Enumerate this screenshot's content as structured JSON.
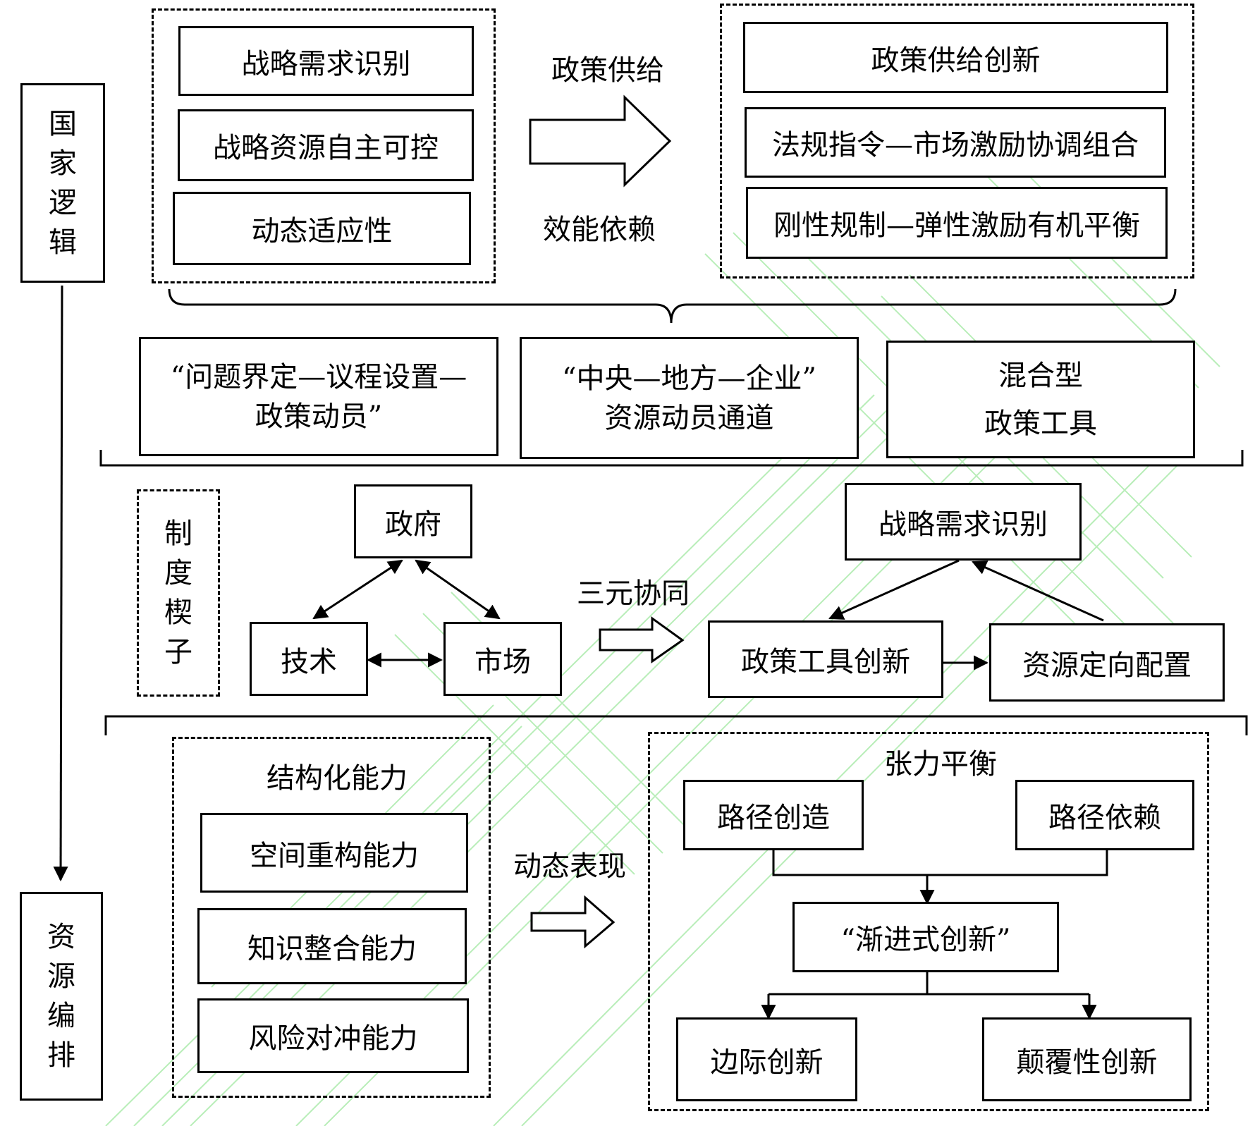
{
  "side_labels": {
    "top": [
      "国",
      "家",
      "逻",
      "辑"
    ],
    "bottom": [
      "资",
      "源",
      "编",
      "排"
    ]
  },
  "top_row": {
    "left_items": [
      "战略需求识别",
      "战略资源自主可控",
      "动态适应性"
    ],
    "arrow_top_label": "政策供给",
    "arrow_bottom_label": "效能依赖",
    "right_items": [
      "政策供给创新",
      "法规指令—市场激励协调组合",
      "刚性规制—弹性激励有机平衡"
    ]
  },
  "middle_row": {
    "box1": [
      "“问题界定—议程设置—",
      "政策动员”"
    ],
    "box2": [
      "“中央—地方—企业”",
      "资源动员通道"
    ],
    "box3": [
      "混合型",
      "政策工具"
    ]
  },
  "institution_row": {
    "wedge_label": [
      "制",
      "度",
      "楔",
      "子"
    ],
    "government": "政府",
    "technology": "技术",
    "market": "市场",
    "arrow_label": "三元协同",
    "strategic_need": "战略需求识别",
    "policy_tool_innovation": "政策工具创新",
    "resource_allocation": "资源定向配置"
  },
  "bottom_row": {
    "structural_title": "结构化能力",
    "capabilities": [
      "空间重构能力",
      "知识整合能力",
      "风险对冲能力"
    ],
    "arrow_label": "动态表现",
    "tension_title": "张力平衡",
    "path_creation": "路径创造",
    "path_dependence": "路径依赖",
    "incremental": "“渐进式创新”",
    "marginal": "边际创新",
    "disruptive": "颠覆性创新"
  }
}
